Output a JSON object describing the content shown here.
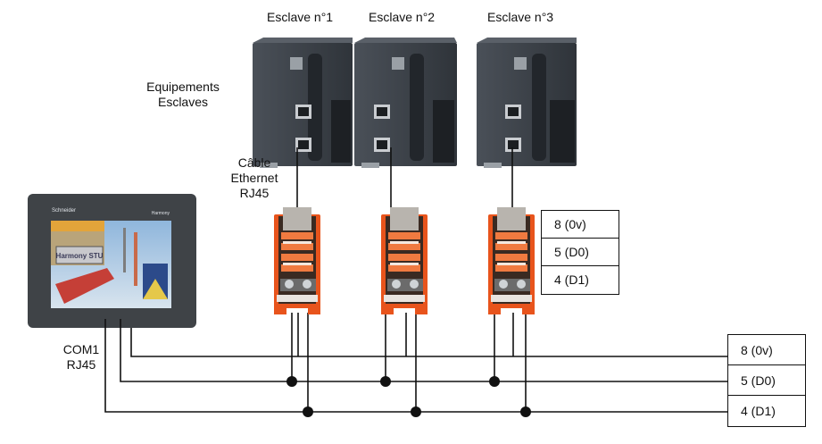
{
  "slaves": [
    {
      "title": "Esclave n°1"
    },
    {
      "title": "Esclave n°2"
    },
    {
      "title": "Esclave n°3"
    }
  ],
  "labels": {
    "equipements": "Equipements",
    "esclaves": "Esclaves",
    "cable_line1": "Câble",
    "cable_line2": "Ethernet",
    "cable_line3": "RJ45",
    "com_line1": "COM1",
    "com_line2": "RJ45"
  },
  "hmi": {
    "brand": "Schneider",
    "model": "Harmony",
    "screen_caption": "Harmony STU"
  },
  "pinout": [
    {
      "label": "8 (0v)"
    },
    {
      "label": "5  (D0)"
    },
    {
      "label": "4  (D1)"
    }
  ],
  "colors": {
    "wire": "#111111",
    "plc_body": "#3d434b",
    "terminal_orange": "#e8541c",
    "hmi_frame": "#3f4347"
  }
}
